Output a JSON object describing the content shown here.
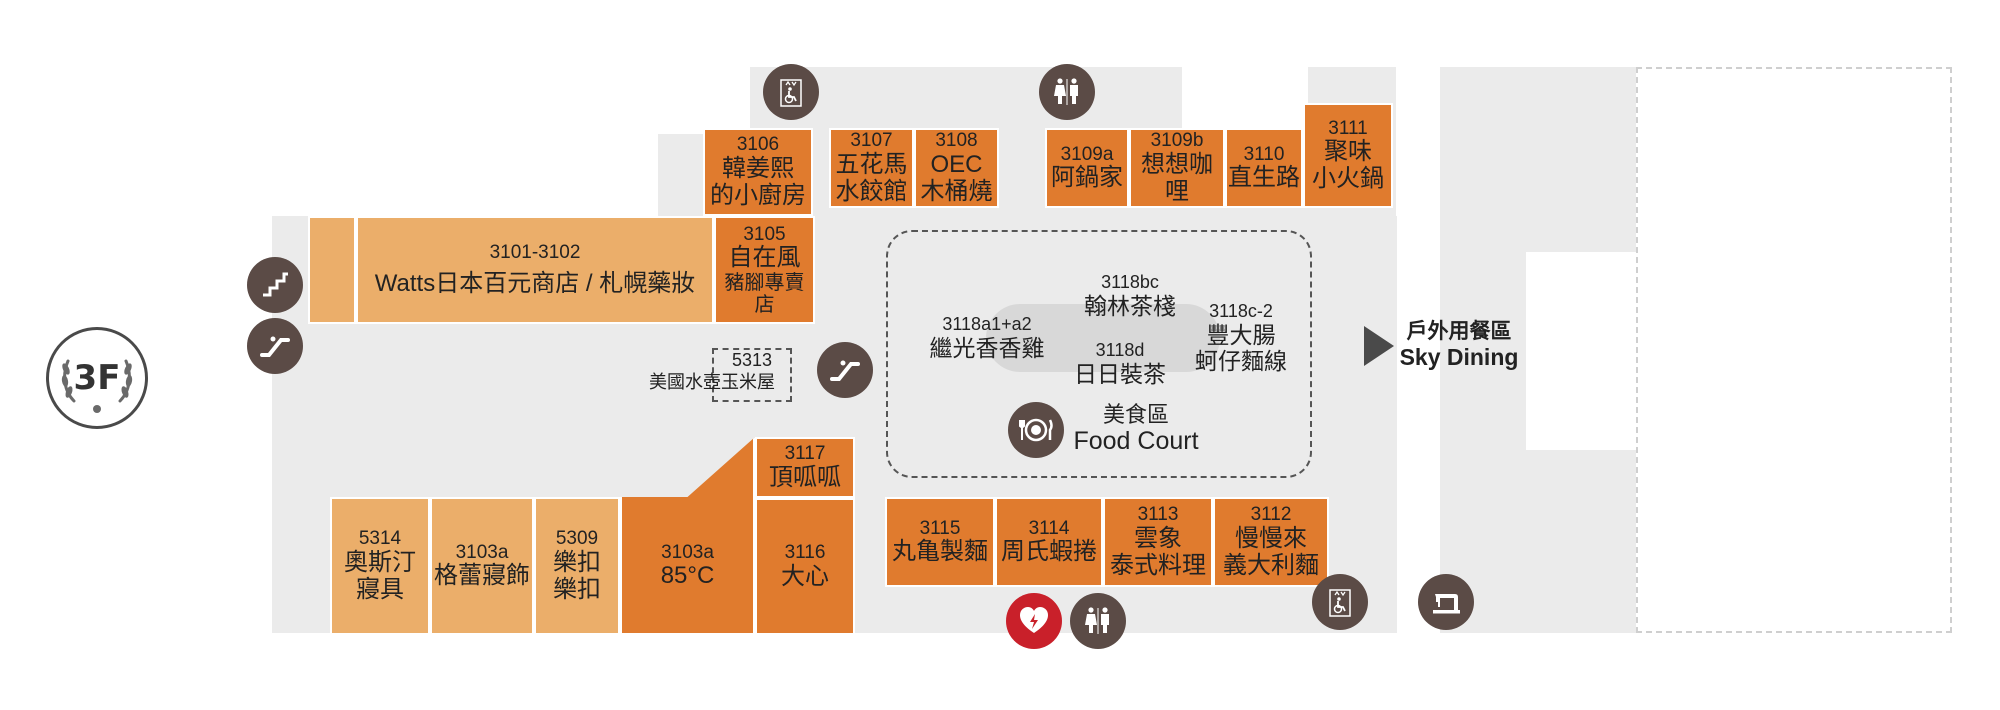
{
  "floor": {
    "label": "3F"
  },
  "stores": {
    "s3106": {
      "num": "3106",
      "name_line1": "韓姜熙",
      "name_line2": "的小廚房"
    },
    "s3107": {
      "num": "3107",
      "name_line1": "五花馬",
      "name_line2": "水餃館"
    },
    "s3108": {
      "num": "3108",
      "name_line1": "OEC",
      "name_line2": "木桶燒"
    },
    "s3109a": {
      "num": "3109a",
      "name_line1": "阿鍋家"
    },
    "s3109b": {
      "num": "3109b",
      "name_line1": "想想咖哩"
    },
    "s3110": {
      "num": "3110",
      "name_line1": "直生路"
    },
    "s3111": {
      "num": "3111",
      "name_line1": "聚味",
      "name_line2": "小火鍋"
    },
    "s3101": {
      "num": "3101-3102",
      "name_line1": "Watts日本百元商店 / 札幌藥妝"
    },
    "s3105": {
      "num": "3105",
      "name_line1": "自在風",
      "name_line2": "豬腳專賣店"
    },
    "s5313": {
      "num": "5313",
      "name_line1": "美國水壺玉米屋"
    },
    "s3117": {
      "num": "3117",
      "name_line1": "頂呱呱"
    },
    "s3116": {
      "num": "3116",
      "name_line1": "大心"
    },
    "s5314": {
      "num": "5314",
      "name_line1": "奧斯汀",
      "name_line2": "寢具"
    },
    "s3103a_left": {
      "num": "3103a",
      "name_line1": "格蕾寢飾"
    },
    "s5309": {
      "num": "5309",
      "name_line1": "樂扣",
      "name_line2": "樂扣"
    },
    "s3103a_right": {
      "num": "3103a",
      "name_line1": "85°C"
    },
    "s3115": {
      "num": "3115",
      "name_line1": "丸亀製麵"
    },
    "s3114": {
      "num": "3114",
      "name_line1": "周氏蝦捲"
    },
    "s3113": {
      "num": "3113",
      "name_line1": "雲象",
      "name_line2": "泰式料理"
    },
    "s3112": {
      "num": "3112",
      "name_line1": "慢慢來",
      "name_line2": "義大利麵"
    }
  },
  "food_court": {
    "title_zh": "美食區",
    "title_en": "Food Court",
    "kiosks": {
      "k3118bc": {
        "num": "3118bc",
        "name": "翰林茶棧"
      },
      "k3118a": {
        "num": "3118a1+a2",
        "name": "繼光香香雞"
      },
      "k3118c2": {
        "num": "3118c-2",
        "name_line1": "豐大腸",
        "name_line2": "蚵仔麵線"
      },
      "k3118d": {
        "num": "3118d",
        "name": "日日裝茶"
      }
    }
  },
  "outdoor": {
    "name_zh": "戶外用餐區",
    "name_en": "Sky Dining"
  },
  "colors": {
    "store_dark": "#e07b2e",
    "store_light": "#ebae6a",
    "floor": "#ebebeb",
    "icon": "#5b4b46",
    "aed": "#c9202a"
  },
  "icons": [
    "stairs-icon",
    "escalator-icon",
    "elevator-accessible-icon",
    "restroom-icon",
    "dining-icon",
    "aed-icon",
    "sewing-machine-icon"
  ]
}
